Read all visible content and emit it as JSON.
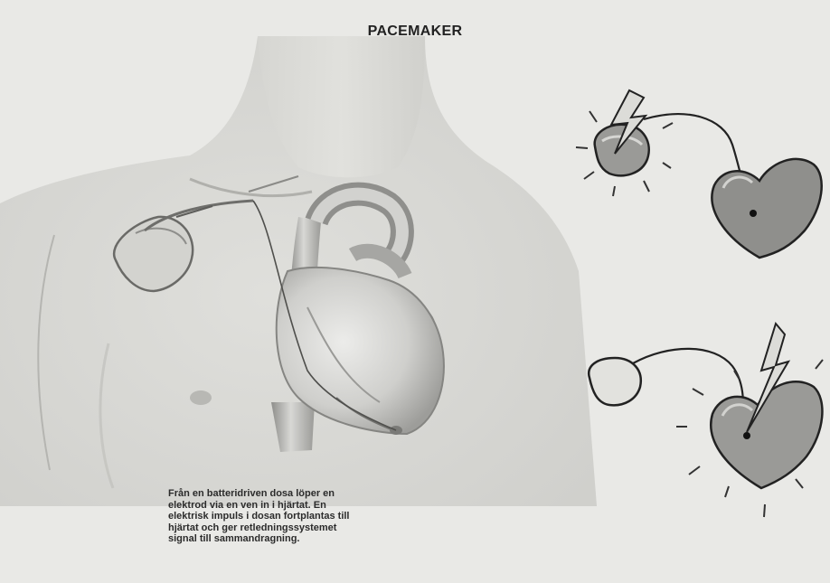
{
  "title": "PACEMAKER",
  "caption": {
    "lines": [
      "Från en batteridriven dosa löper en",
      "elektrod via en ven in i hjärtat. En",
      "elektrisk impuls i dosan fortplantas till",
      "hjärtat och ger retledningssystemet",
      "signal till sammandragning."
    ]
  },
  "colors": {
    "background": "#e9e9e6",
    "ink": "#2a2a2a",
    "heart_fill": "#8d8d8d"
  },
  "icons": [
    "pacemaker-device-icon",
    "lightning-bolt-icon",
    "heart-icon"
  ]
}
